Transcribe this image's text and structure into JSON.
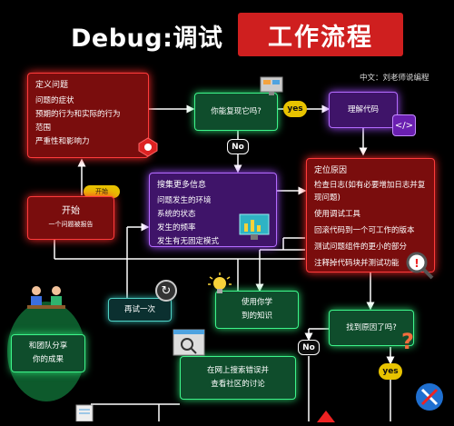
{
  "title": {
    "prefix": "Debug:调试",
    "highlight": "工作流程"
  },
  "credit": "中文：刘老师说编程",
  "nodes": {
    "define": {
      "title": "定义问题",
      "items": [
        "问题的症状",
        "预期的行为和实际的行为",
        "范围",
        "严重性和影响力"
      ]
    },
    "start": {
      "label": "开始",
      "sub": "一个问题被报告"
    },
    "start_tag": "开始",
    "reproduce": "你能复现它吗?",
    "understand": "理解代码",
    "gather": {
      "title": "搜集更多信息",
      "items": [
        "问题发生的环境",
        "系统的状态",
        "发生的频率",
        "发生有无固定模式"
      ]
    },
    "locate": {
      "title": "定位原因",
      "items": [
        "检查日志(如有必要增加日志并复现问题)",
        "使用调试工具",
        "回滚代码到一个可工作的版本",
        "测试问题组件的更小的部分",
        "注释掉代码块并测试功能"
      ]
    },
    "retry": "再试一次",
    "use_knowledge": "使用你学\n到的知识",
    "found": "找到原因了吗?",
    "team": "和团队分享\n你的成果",
    "search_web": "在网上搜索错误并\n查看社区的讨论"
  },
  "labels": {
    "yes": "yes",
    "no": "No"
  },
  "colors": {
    "title_red": "#cf1f1f",
    "yes_yellow": "#e8c300",
    "red_glow": "#ff2a2a",
    "green_glow": "#2bd46f",
    "purple_glow": "#a24dff"
  },
  "icons": [
    "bug-icon",
    "monitor-icon",
    "code-icon",
    "refresh-icon",
    "lightbulb-icon",
    "magnifier-icon",
    "question-mark-icon",
    "tools-icon",
    "people-icon",
    "document-icon",
    "browser-search-icon"
  ]
}
